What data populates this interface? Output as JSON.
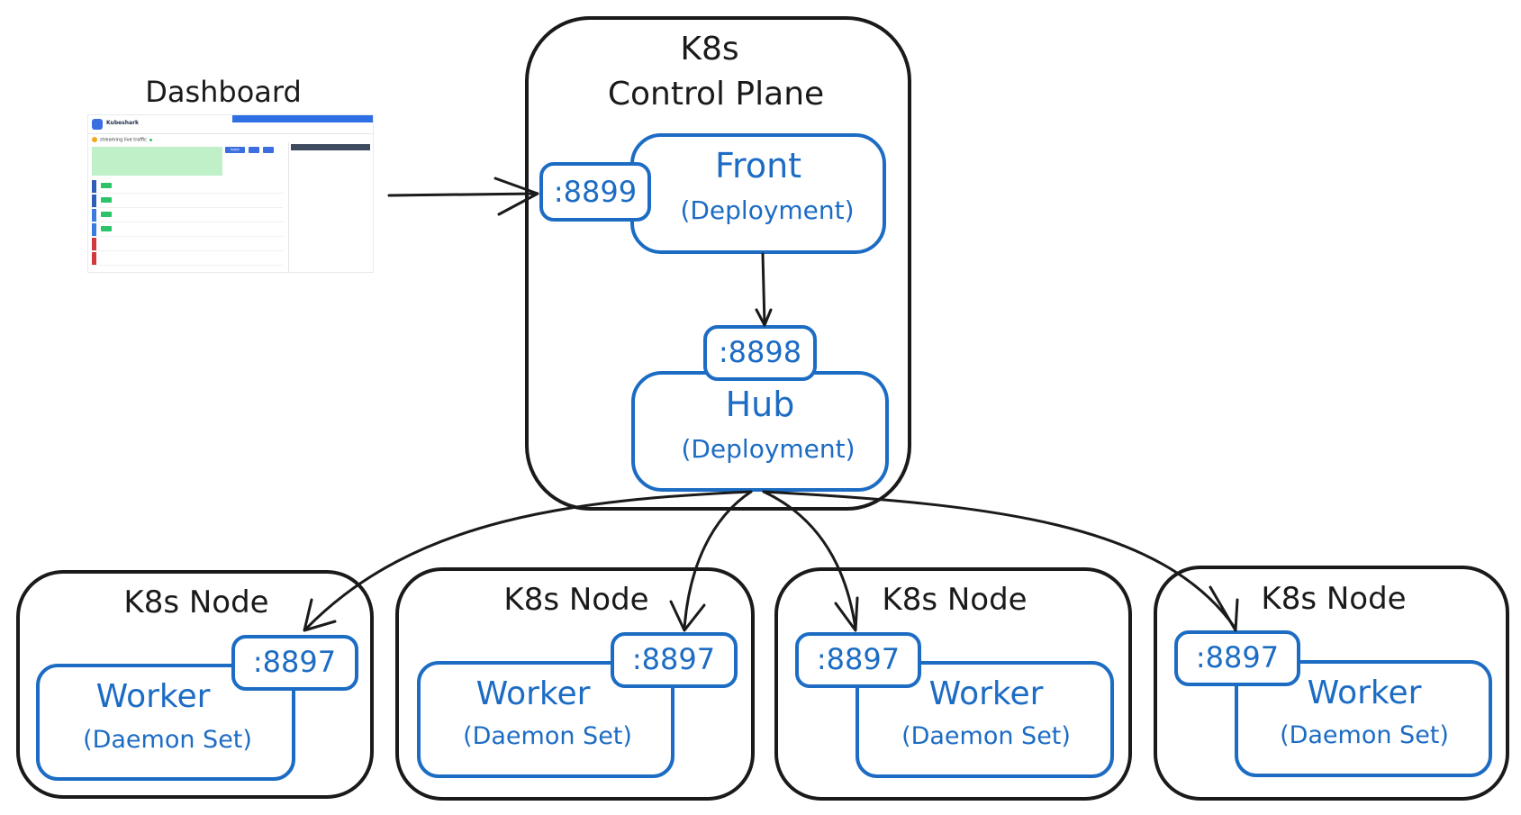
{
  "labels": {
    "dashboard": "Dashboard",
    "control_plane_line1": "K8s",
    "control_plane_line2": "Control Plane",
    "front_title": "Front",
    "front_sub": "(Deployment)",
    "front_port": ":8899",
    "hub_title": "Hub",
    "hub_sub": "(Deployment)",
    "hub_port": ":8898"
  },
  "nodes": [
    {
      "title": "K8s Node",
      "worker": "Worker",
      "worker_sub": "(Daemon Set)",
      "port": ":8897"
    },
    {
      "title": "K8s Node",
      "worker": "Worker",
      "worker_sub": "(Daemon Set)",
      "port": ":8897"
    },
    {
      "title": "K8s Node",
      "worker": "Worker",
      "worker_sub": "(Daemon Set)",
      "port": ":8897"
    },
    {
      "title": "K8s Node",
      "worker": "Worker",
      "worker_sub": "(Daemon Set)",
      "port": ":8897"
    }
  ],
  "dashboard_thumb": {
    "brand": "Kubeshark",
    "status": "streaming live traffic",
    "apply": "Apply"
  },
  "colors": {
    "blue": "#1c6cc4",
    "black": "#1a1a1a"
  }
}
